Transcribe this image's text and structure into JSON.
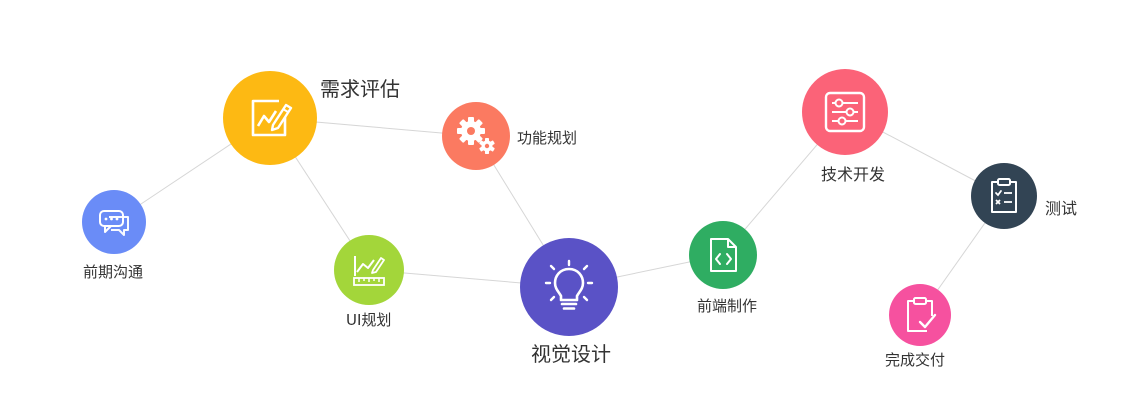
{
  "diagram": {
    "line_color": "#d6d6d6",
    "nodes": [
      {
        "label": "前期沟通",
        "color": "#6a8cf7",
        "icon": "chat-bubbles-icon"
      },
      {
        "label": "需求评估",
        "color": "#fdb913",
        "icon": "pencil-chart-icon"
      },
      {
        "label": "UI规划",
        "color": "#a3d63a",
        "icon": "ruler-chart-icon"
      },
      {
        "label": "功能规划",
        "color": "#fb7a61",
        "icon": "gears-icon"
      },
      {
        "label": "视觉设计",
        "color": "#5a52c6",
        "icon": "lightbulb-icon"
      },
      {
        "label": "前端制作",
        "color": "#2fad62",
        "icon": "code-file-icon"
      },
      {
        "label": "技术开发",
        "color": "#fb6378",
        "icon": "sliders-icon"
      },
      {
        "label": "测试",
        "color": "#324454",
        "icon": "checklist-clipboard-icon"
      },
      {
        "label": "完成交付",
        "color": "#f6519f",
        "icon": "check-clipboard-icon"
      }
    ],
    "links": [
      [
        1,
        2
      ],
      [
        2,
        4
      ],
      [
        2,
        3
      ],
      [
        4,
        5
      ],
      [
        3,
        5
      ],
      [
        5,
        6
      ],
      [
        6,
        7
      ],
      [
        7,
        8
      ],
      [
        8,
        9
      ]
    ]
  }
}
